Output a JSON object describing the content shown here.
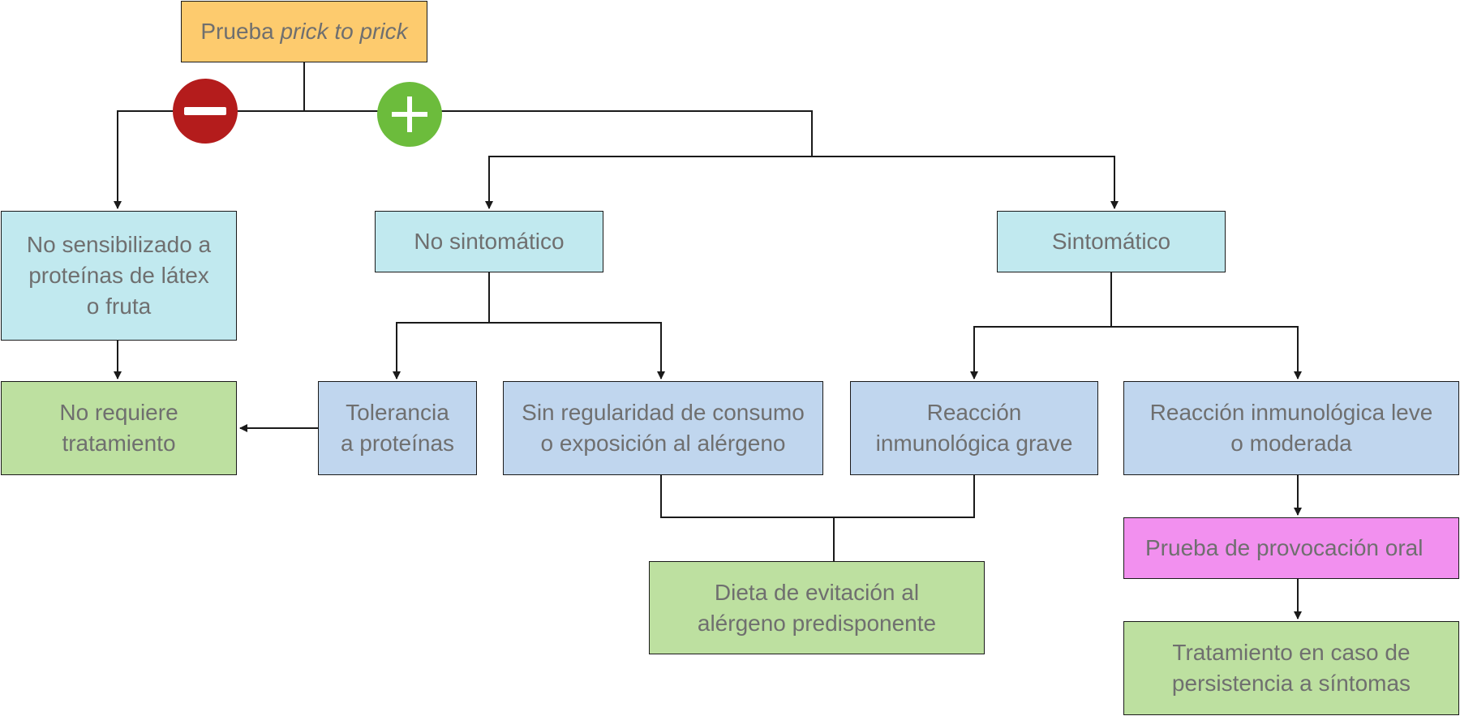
{
  "colors": {
    "start": "#fdcb6e",
    "category": "#c1e9ef",
    "reaction": "#c0d6ee",
    "outcome": "#bde0a0",
    "test": "#f290ef",
    "negative": "#b41c1c",
    "positive": "#6cbc3c",
    "line": "#1a1a1a",
    "text": "#6f6f6f"
  },
  "nodes": {
    "start": {
      "prefix": "Prueba ",
      "italic": "prick to prick"
    },
    "not_sensitized": {
      "line1": "No sensibilizado a",
      "line2": "proteínas de látex",
      "line3": "o fruta"
    },
    "no_treatment": {
      "line1": "No requiere",
      "line2": "tratamiento"
    },
    "asymptomatic": {
      "line1": "No sintomático"
    },
    "symptomatic": {
      "line1": "Sintomático"
    },
    "tolerance": {
      "line1": "Tolerancia",
      "line2": "a proteínas"
    },
    "irregular_exposure": {
      "line1": "Sin regularidad de consumo",
      "line2": "o exposición al alérgeno"
    },
    "severe_reaction": {
      "line1": "Reacción",
      "line2": "inmunológica grave"
    },
    "mild_reaction": {
      "line1": "Reacción inmunológica leve",
      "line2": "o moderada"
    },
    "oral_challenge": {
      "line1": "Prueba de provocación oral"
    },
    "avoidance_diet": {
      "line1": "Dieta de evitación al",
      "line2": "alérgeno predisponente"
    },
    "persistent_treatment": {
      "line1": "Tratamiento en caso de",
      "line2": "persistencia a síntomas"
    }
  },
  "signs": {
    "negative": {
      "icon": "minus-icon"
    },
    "positive": {
      "icon": "plus-icon"
    }
  }
}
